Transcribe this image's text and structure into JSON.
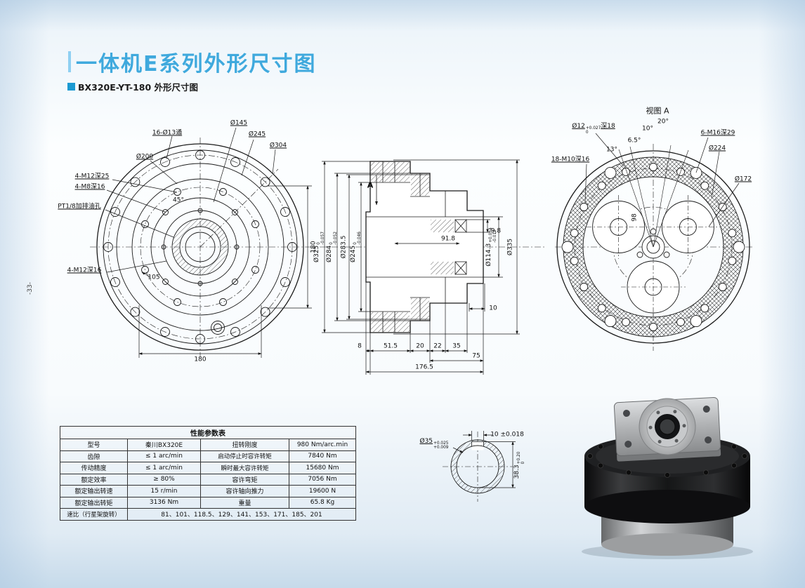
{
  "page": {
    "title": "一体机E系列外形尺寸图",
    "subtitle": "BX320E-YT-180 外形尺寸图",
    "side_page_number": "-33-"
  },
  "front_view": {
    "bolt_pattern": "16-Ø13通",
    "d145": "Ø145",
    "d245": "Ø245",
    "d304": "Ø304",
    "d200": "Ø200",
    "m12_25": "4-M12深25",
    "m8_16": "4-M8深16",
    "oil_port": "PT1/8加排油孔",
    "m12_16": "4-M12深16",
    "dim_105": "105",
    "dim_45deg": "45°",
    "dim_180_v": "180",
    "dim_180_h": "180"
  },
  "section_view": {
    "arrow_label": "A",
    "d325": {
      "base": "Ø325",
      "tol_top": "0",
      "tol_bot": "-0.057"
    },
    "d284": {
      "base": "Ø284",
      "tol_top": "0",
      "tol_bot": "-0.052"
    },
    "d283_5": "Ø283.5",
    "d245": {
      "base": "Ø245",
      "tol_top": "0",
      "tol_bot": "-0.046"
    },
    "d114": {
      "base": "Ø114.3",
      "tol_top": "+0.034",
      "tol_bot": "-0.012"
    },
    "d335": "Ø335",
    "dim_91_8": "91.8",
    "dim_9_8": "9.8",
    "dim_10": "10",
    "dim_8": "8",
    "dim_51_5": "51.5",
    "dim_20": "20",
    "dim_22": "22",
    "dim_35": "35",
    "dim_75": "75",
    "dim_176_5": "176.5"
  },
  "rear_view": {
    "title": "视图 A",
    "d12": {
      "base": "Ø12",
      "tol_top": "+0.027",
      "tol_bot": "0",
      "suffix": "深18"
    },
    "a10": "10°",
    "a20": "20°",
    "m16": "6-M16深29",
    "d224": "Ø224",
    "m10": "18-M10深16",
    "a13": "13°",
    "a6_5": "6.5°",
    "d172": "Ø172",
    "dim_98": "98"
  },
  "detail_view": {
    "d35": {
      "base": "Ø35",
      "tol_top": "+0.025",
      "tol_bot": "+0.009"
    },
    "dim_10": "10 ±0.018",
    "d38_3": {
      "base": "38.3",
      "tol_top": "+0.20",
      "tol_bot": "0"
    }
  },
  "spec_table": {
    "title": "性能参数表",
    "rows": [
      {
        "c1": "型号",
        "c2": "秦川BX320E",
        "c3": "扭转刚度",
        "c4": "980 Nm/arc.min"
      },
      {
        "c1": "齿隙",
        "c2": "≤ 1 arc/min",
        "c3": "启动停止时容许转矩",
        "c4": "7840 Nm"
      },
      {
        "c1": "传动精度",
        "c2": "≤ 1 arc/min",
        "c3": "瞬时最大容许转矩",
        "c4": "15680 Nm"
      },
      {
        "c1": "额定效率",
        "c2": "≥ 80%",
        "c3": "容许弯矩",
        "c4": "7056 Nm"
      },
      {
        "c1": "额定输出转速",
        "c2": "15 r/min",
        "c3": "容许轴向推力",
        "c4": "19600 N"
      },
      {
        "c1": "额定输出转矩",
        "c2": "3136 Nm",
        "c3": "重量",
        "c4": "65.8 Kg"
      }
    ],
    "ratio_label": "速比（行星架旋转）",
    "ratio_value": "81、101、118.5、129、141、153、171、185、201"
  }
}
